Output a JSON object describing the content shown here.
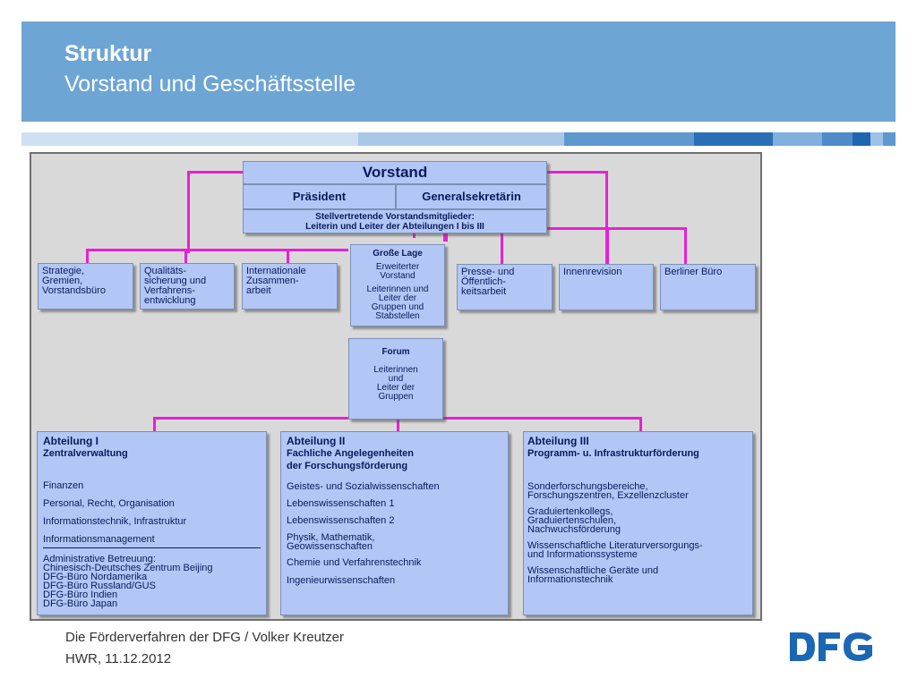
{
  "slide": {
    "title": "Struktur",
    "subtitle": "Vorstand und Geschäftsstelle",
    "footer_line1": "Die Förderverfahren der DFG / Volker Kreutzer",
    "footer_line2": "HWR, 11.12.2012",
    "logo_text": "DFG"
  },
  "colors": {
    "header": "#6da5d5",
    "box": "#b3c7f6",
    "connector": "#e91fd6",
    "logo": "#1b67b5"
  },
  "org": {
    "vorstand": {
      "title": "Vorstand",
      "praesident": "Präsident",
      "generalsekretaerin": "Generalsekretärin",
      "stellv_line1": "Stellvertretende Vorstandsmitglieder:",
      "stellv_line2": "Leiterin und Leiter der Abteilungen I bis III"
    },
    "grosse_lage": {
      "title": "Große Lage",
      "line1": "Erweiterter",
      "line2": "Vorstand",
      "line3": "Leiterinnen und",
      "line4": "Leiter der",
      "line5": "Gruppen und",
      "line6": "Stabstellen"
    },
    "forum": {
      "title": "Forum",
      "line1": "Leiterinnen",
      "line2": "und",
      "line3": "Leiter der",
      "line4": "Gruppen"
    },
    "left_units": [
      {
        "line1": "Strategie,",
        "line2": "Gremien,",
        "line3": "Vorstandsbüro"
      },
      {
        "line1": "Qualitäts-",
        "line2": "sicherung und",
        "line3": "Verfahrens-",
        "line4": "entwicklung"
      },
      {
        "line1": "Internationale",
        "line2": "Zusammen-",
        "line3": "arbeit"
      }
    ],
    "right_units": [
      {
        "line1": "Presse- und",
        "line2": "Öffentlich-",
        "line3": "keitsarbeit"
      },
      {
        "line1": "Innenrevision"
      },
      {
        "line1": "Berliner Büro"
      }
    ],
    "abteilung1": {
      "title": "Abteilung I",
      "subtitle": "Zentralverwaltung",
      "items": [
        "Finanzen",
        "Personal, Recht, Organisation",
        "Informationstechnik, Infrastruktur",
        "Informationsmanagement"
      ],
      "admin": [
        "Administrative Betreuung:",
        "Chinesisch-Deutsches Zentrum Beijing",
        "DFG-Büro Nordamerika",
        "DFG-Büro Russland/GUS",
        "DFG-Büro Indien",
        "DFG-Büro Japan"
      ]
    },
    "abteilung2": {
      "title": "Abteilung II",
      "subtitle1": "Fachliche Angelegenheiten",
      "subtitle2": "der Forschungsförderung",
      "items": [
        "Geistes- und Sozialwissenschaften",
        "Lebenswissenschaften 1",
        "Lebenswissenschaften 2",
        "Physik, Mathematik,",
        "Geowissenschaften",
        "Chemie und Verfahrenstechnik",
        "Ingenieurwissenschaften"
      ]
    },
    "abteilung3": {
      "title": "Abteilung III",
      "subtitle": "Programm- u. Infrastrukturförderung",
      "items": [
        "Sonderforschungsbereiche,",
        "Forschungszentren, Exzellenzcluster",
        "Graduiertenkollegs,",
        "Graduiertenschulen,",
        "Nachwuchsförderung",
        "Wissenschaftliche Literaturversorgungs-",
        "und Informationssysteme",
        "Wissenschaftliche Geräte und",
        "Informationstechnik"
      ]
    }
  }
}
